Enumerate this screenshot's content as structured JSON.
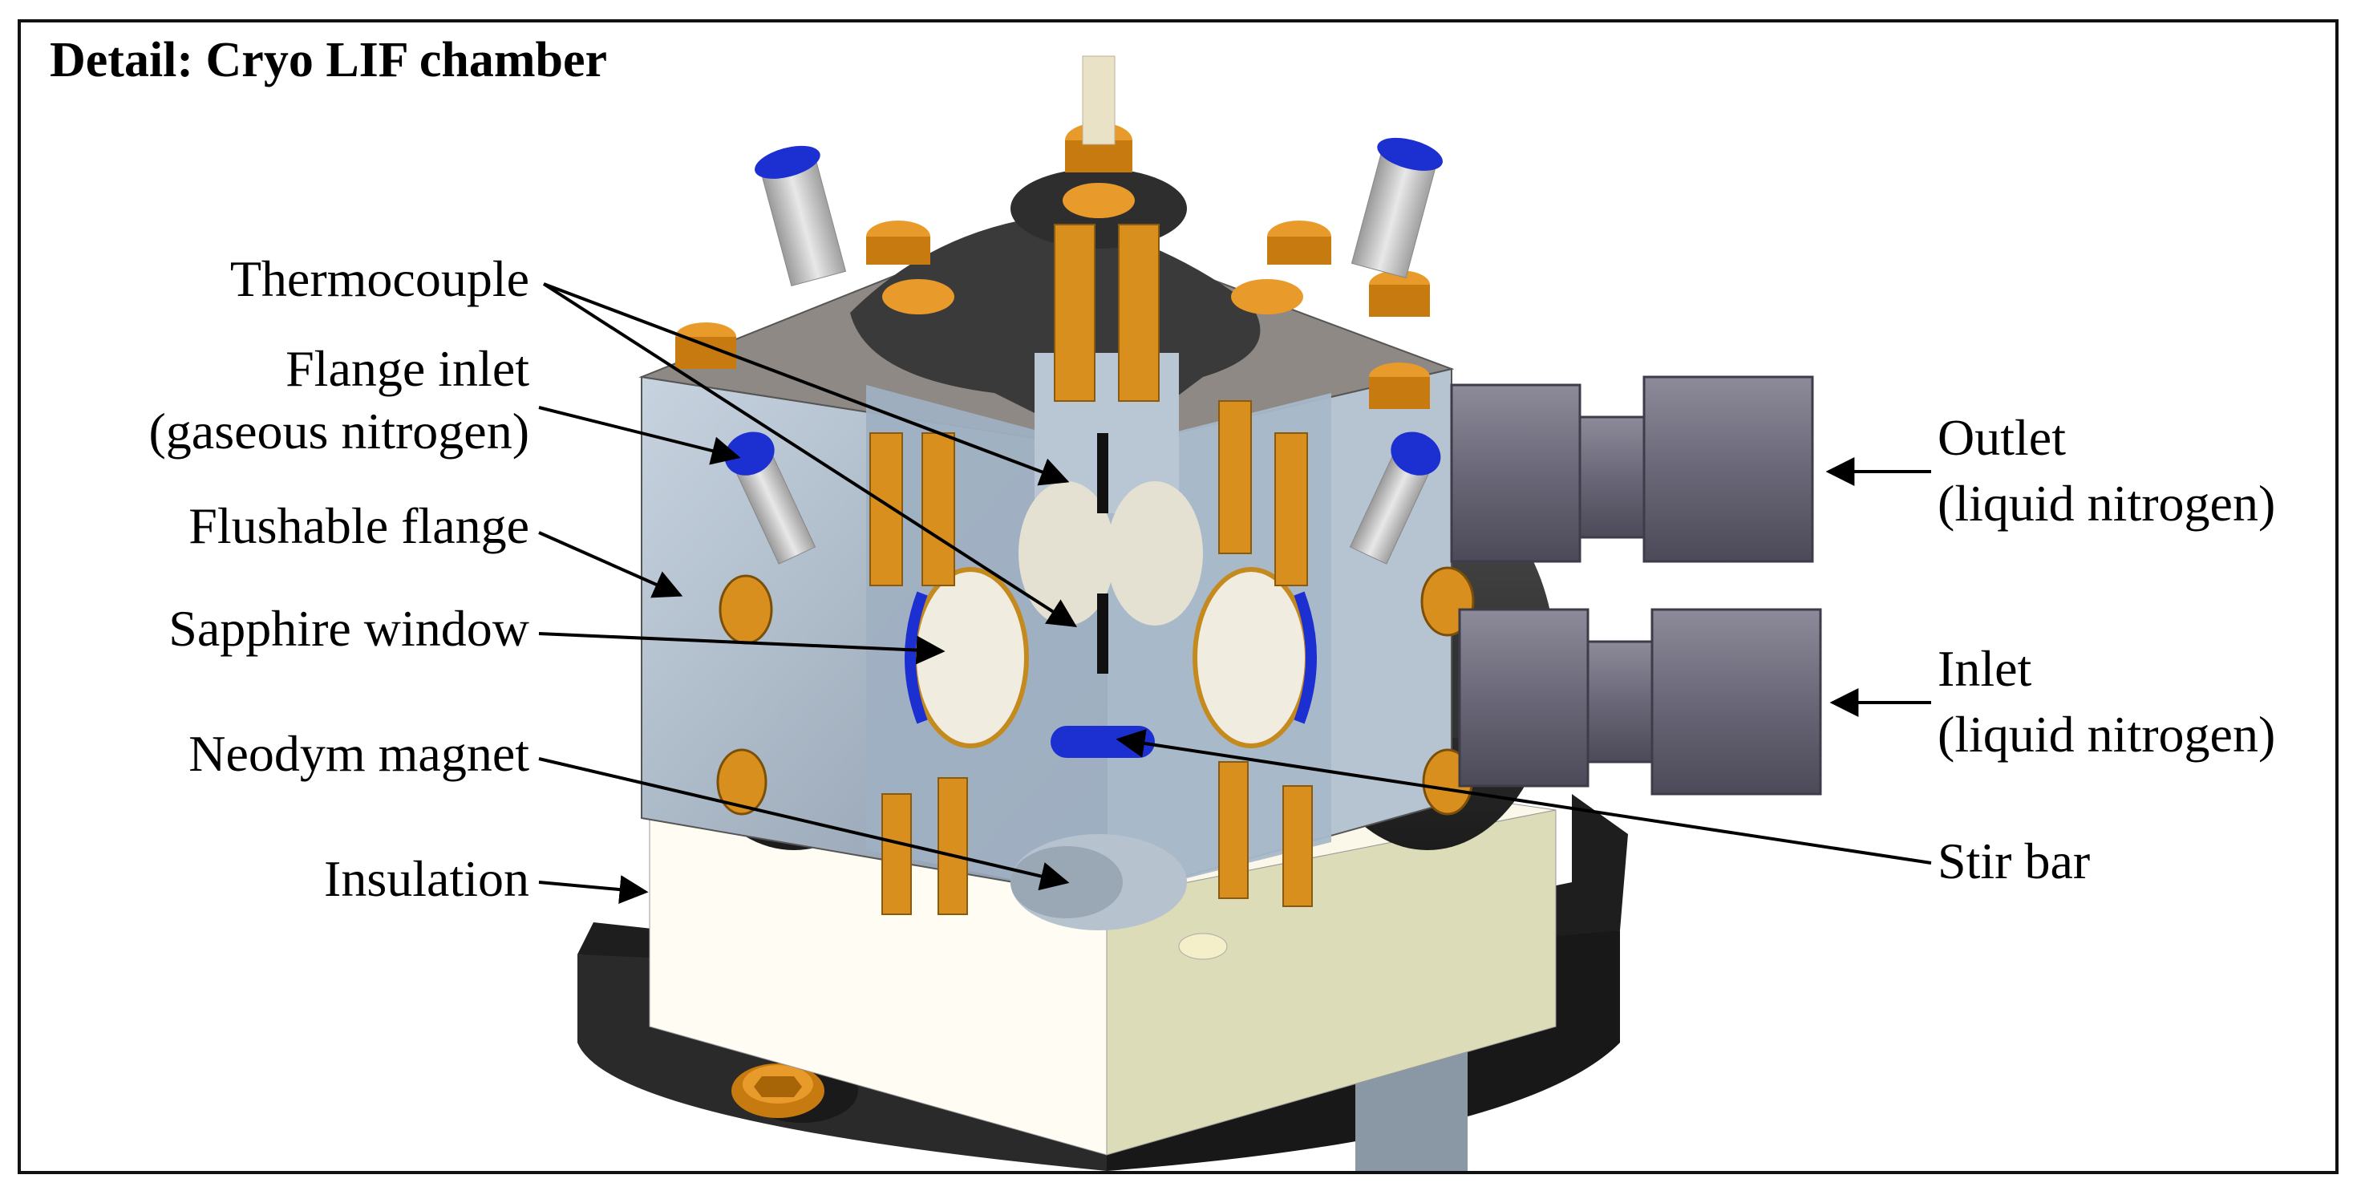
{
  "title": "Detail: Cryo LIF chamber",
  "labels": {
    "thermocouple": "Thermocouple",
    "flange_inlet_line1": "Flange inlet",
    "flange_inlet_line2": "(gaseous nitrogen)",
    "flushable_flange": "Flushable flange",
    "sapphire_window": "Sapphire window",
    "neodym_magnet": "Neodym magnet",
    "insulation": "Insulation",
    "outlet_line1": "Outlet",
    "outlet_line2": "(liquid nitrogen)",
    "inlet_line1": "Inlet",
    "inlet_line2": "(liquid nitrogen)",
    "stir_bar": "Stir bar"
  },
  "colors": {
    "brass": "#d98f1e",
    "dark_body": "#2c2c2c",
    "steel_blue": "#a9b8c8",
    "insulation": "#f6f1df",
    "fitting_blue": "#1c2fd1",
    "connector_grey": "#6d6b7a"
  }
}
